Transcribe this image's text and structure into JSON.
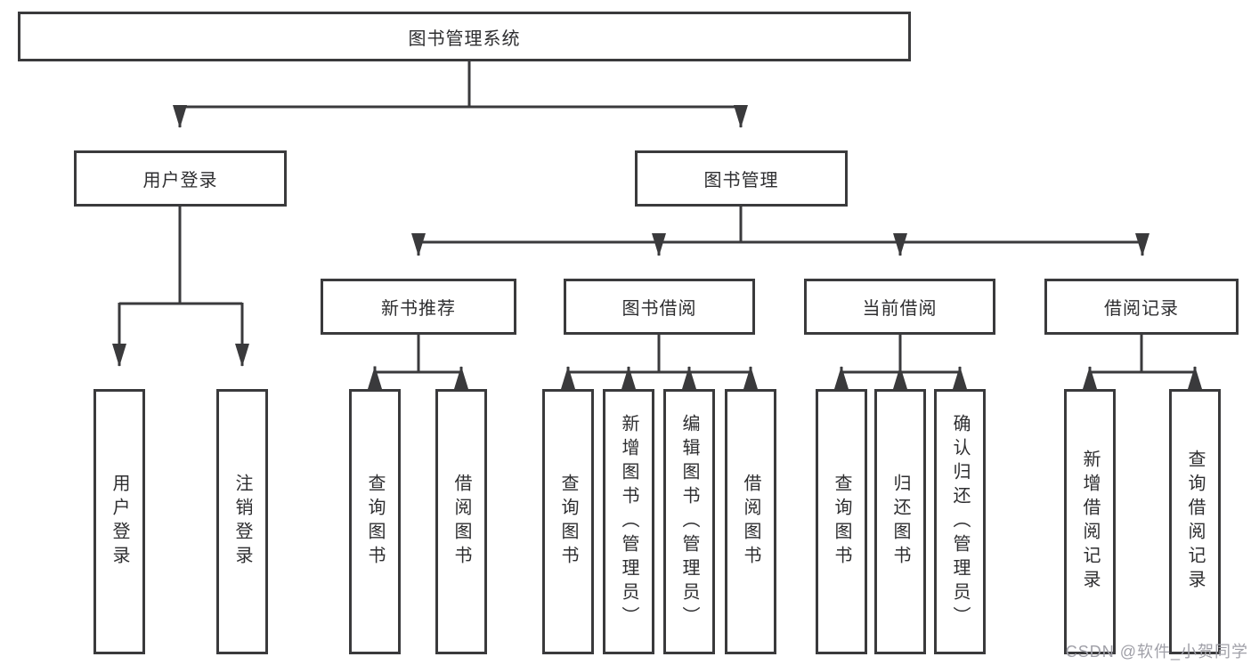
{
  "diagram": {
    "type": "tree",
    "root": {
      "label": "图书管理系统"
    },
    "level2": [
      {
        "id": "user-login",
        "label": "用户登录",
        "parent": "图书管理系统"
      },
      {
        "id": "book-management",
        "label": "图书管理",
        "parent": "图书管理系统"
      }
    ],
    "level3": [
      {
        "id": "new-book-recommend",
        "label": "新书推荐",
        "parent": "图书管理"
      },
      {
        "id": "book-borrow",
        "label": "图书借阅",
        "parent": "图书管理"
      },
      {
        "id": "current-borrow",
        "label": "当前借阅",
        "parent": "图书管理"
      },
      {
        "id": "borrow-records",
        "label": "借阅记录",
        "parent": "图书管理"
      }
    ],
    "leaves": [
      {
        "label": "用户登录",
        "parent": "用户登录"
      },
      {
        "label": "注销登录",
        "parent": "用户登录"
      },
      {
        "label": "查询图书",
        "parent": "新书推荐"
      },
      {
        "label": "借阅图书",
        "parent": "新书推荐"
      },
      {
        "label": "查询图书",
        "parent": "图书借阅"
      },
      {
        "label": "新增图书（管理员）",
        "parent": "图书借阅"
      },
      {
        "label": "编辑图书（管理员）",
        "parent": "图书借阅"
      },
      {
        "label": "借阅图书",
        "parent": "图书借阅"
      },
      {
        "label": "查询图书",
        "parent": "当前借阅"
      },
      {
        "label": "归还图书",
        "parent": "当前借阅"
      },
      {
        "label": "确认归还（管理员）",
        "parent": "当前借阅"
      },
      {
        "label": "新增借阅记录",
        "parent": "借阅记录"
      },
      {
        "label": "查询借阅记录",
        "parent": "借阅记录"
      }
    ],
    "watermark": "CSDN @软件_小贺同学",
    "colors": {
      "border": "#3a3a3c",
      "text": "#2e2e30",
      "watermark": "#a0a0a8",
      "background": "#ffffff"
    }
  }
}
